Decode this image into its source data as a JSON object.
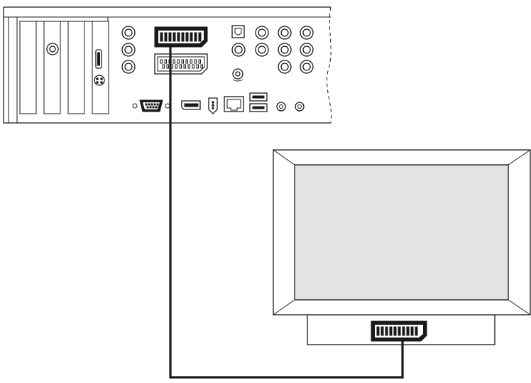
{
  "diagram": {
    "description_nodes": [
      "pc-rear-panel",
      "tv-set"
    ],
    "connection": "scart-cable",
    "colors": {
      "line": "#1a1a1a",
      "screen": "#e3e3e3",
      "background": "#ffffff"
    }
  }
}
